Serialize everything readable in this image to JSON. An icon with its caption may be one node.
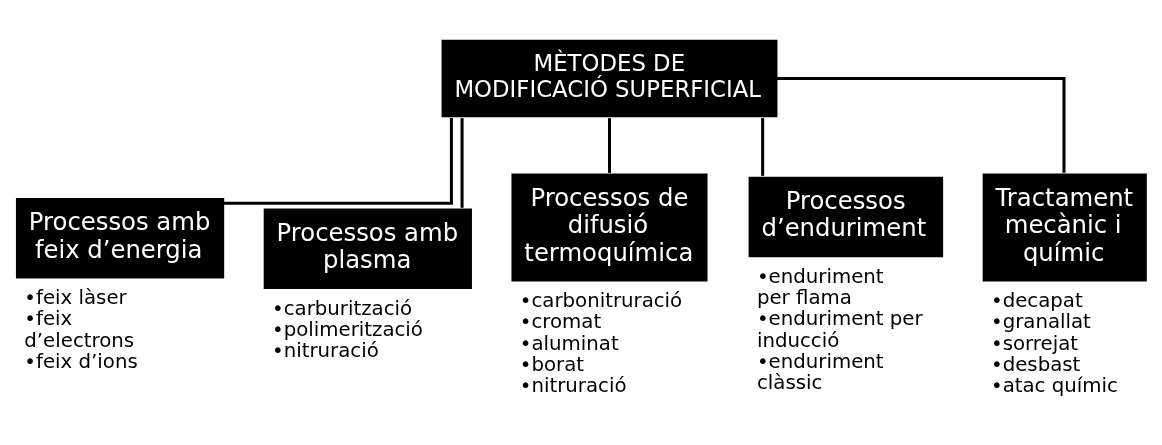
{
  "diagram": {
    "nodes": [
      {
        "text": [
          "MÈTODES DE MODIFICACIÓ SUPERFICIAL"
        ]
      },
      {
        "text": [
          "Processos amb feix d’energia"
        ],
        "beside": [
          "•feix làser",
          "•feix d’electrons",
          "•feix d’ions"
        ]
      },
      {
        "text": [
          "Processos amb plasma"
        ],
        "beside": [
          "•carburització",
          "•polimerització",
          "•nitruració"
        ]
      },
      {
        "text": [
          "Processos de difusió termoquímica"
        ],
        "beside": [
          "•carbonitruració",
          "•cromat",
          "•aluminat",
          "•borat",
          "•nitruració"
        ]
      },
      {
        "text": [
          "Processos d’enduriment"
        ],
        "beside": [
          "•enduriment per flama",
          "•enduriment per inducció",
          "•enduriment clàssic"
        ]
      },
      {
        "text": [
          "Tractament mecànic i químic"
        ],
        "beside": [
          "•decapat",
          "•granallat",
          "•sorrejat",
          "•desbast",
          "•atac químic"
        ]
      }
    ],
    "edges": [
      {
        "from": 0,
        "to": 1,
        "arrow": "none"
      },
      {
        "from": 0,
        "to": 2,
        "arrow": "none"
      },
      {
        "from": 0,
        "to": 3,
        "arrow": "none"
      },
      {
        "from": 0,
        "to": 4,
        "arrow": "none"
      },
      {
        "from": 0,
        "to": 5,
        "arrow": "none"
      }
    ]
  }
}
